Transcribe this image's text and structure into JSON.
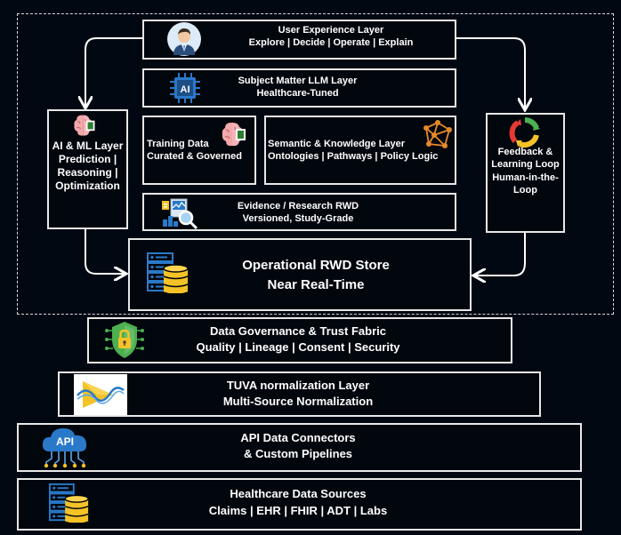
{
  "ux_layer": {
    "title": "User Experience Layer",
    "subtitle": "Explore | Decide | Operate | Explain"
  },
  "llm_layer": {
    "title": "Subject Matter LLM Layer",
    "subtitle": "Healthcare-Tuned",
    "chip_label": "AI"
  },
  "training_data": {
    "line1": "Training Data",
    "line2": "Curated & Governed"
  },
  "semantic_layer": {
    "title": "Semantic & Knowledge Layer",
    "subtitle": "Ontologies | Pathways | Policy Logic"
  },
  "evidence_layer": {
    "title": "Evidence / Research RWD",
    "subtitle": "Versioned, Study-Grade"
  },
  "ai_ml_layer": {
    "line1": "AI & ML Layer",
    "line2": "Prediction |",
    "line3": "Reasoning |",
    "line4": "Optimization"
  },
  "feedback_loop": {
    "line1": "Feedback &",
    "line2": "Learning Loop",
    "line3": "Human-in-the-",
    "line4": "Loop"
  },
  "operational_store": {
    "title": "Operational RWD Store",
    "subtitle": "Near Real-Time"
  },
  "governance": {
    "title": "Data Governance & Trust Fabric",
    "subtitle": "Quality | Lineage | Consent | Security"
  },
  "tuva": {
    "title": "TUVA normalization Layer",
    "subtitle": "Multi-Source Normalization"
  },
  "api_connectors": {
    "title": "API Data Connectors",
    "subtitle": "& Custom Pipelines",
    "icon_label": "API"
  },
  "data_sources": {
    "title": "Healthcare Data Sources",
    "subtitle": "Claims | EHR | FHIR | ADT | Labs"
  },
  "colors": {
    "accent_blue": "#2a79c9",
    "gold": "#f5c327",
    "orange": "#e7892a",
    "green": "#4caf50",
    "red": "#e53935"
  }
}
